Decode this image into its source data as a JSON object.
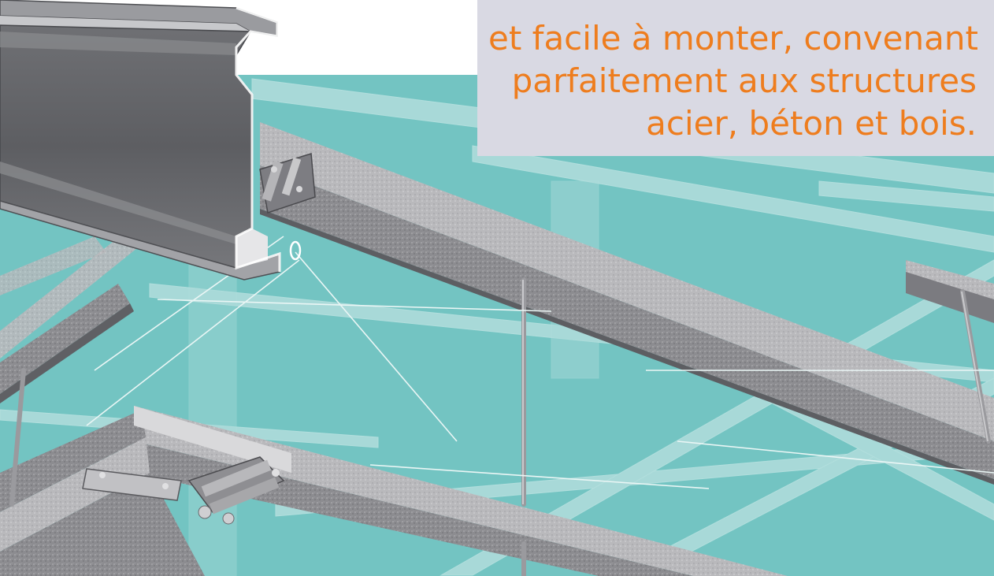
{
  "panel": {
    "lines": [
      "et facile à monter, convenant",
      "parfaitement aux structures",
      "acier, béton et bois."
    ],
    "text_color": "#ee7d1e",
    "background": "#d9d9e3"
  },
  "illustration": {
    "sky_color": "#77c8c6",
    "beam_color": "#8e8e92",
    "profile_color": "#5f6064"
  }
}
